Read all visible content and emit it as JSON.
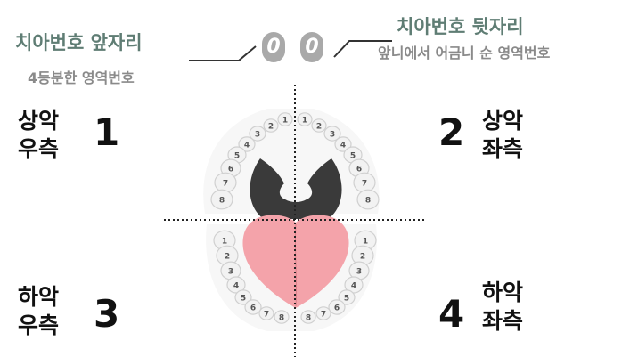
{
  "labels": {
    "front_title": "치아번호 앞자리",
    "front_sub": "4등분한 영역번호",
    "back_title": "치아번호 뒷자리",
    "back_sub": "앞니에서 어금니 순 영역번호"
  },
  "digits": [
    "0",
    "0"
  ],
  "quadrants": [
    {
      "line1": "상악",
      "line2": "우측",
      "number": "1"
    },
    {
      "line1": "상악",
      "line2": "좌측",
      "number": "2"
    },
    {
      "line1": "하악",
      "line2": "우측",
      "number": "3"
    },
    {
      "line1": "하악",
      "line2": "좌측",
      "number": "4"
    }
  ],
  "tooth_numbers": [
    "1",
    "2",
    "3",
    "4",
    "5",
    "6",
    "7",
    "8"
  ],
  "colors": {
    "title": "#5f7d74",
    "subtitle": "#8a8a8a",
    "tongue": "#f4a3aa",
    "palate": "#3a3a3a",
    "tooth": "#f2f2f2"
  }
}
